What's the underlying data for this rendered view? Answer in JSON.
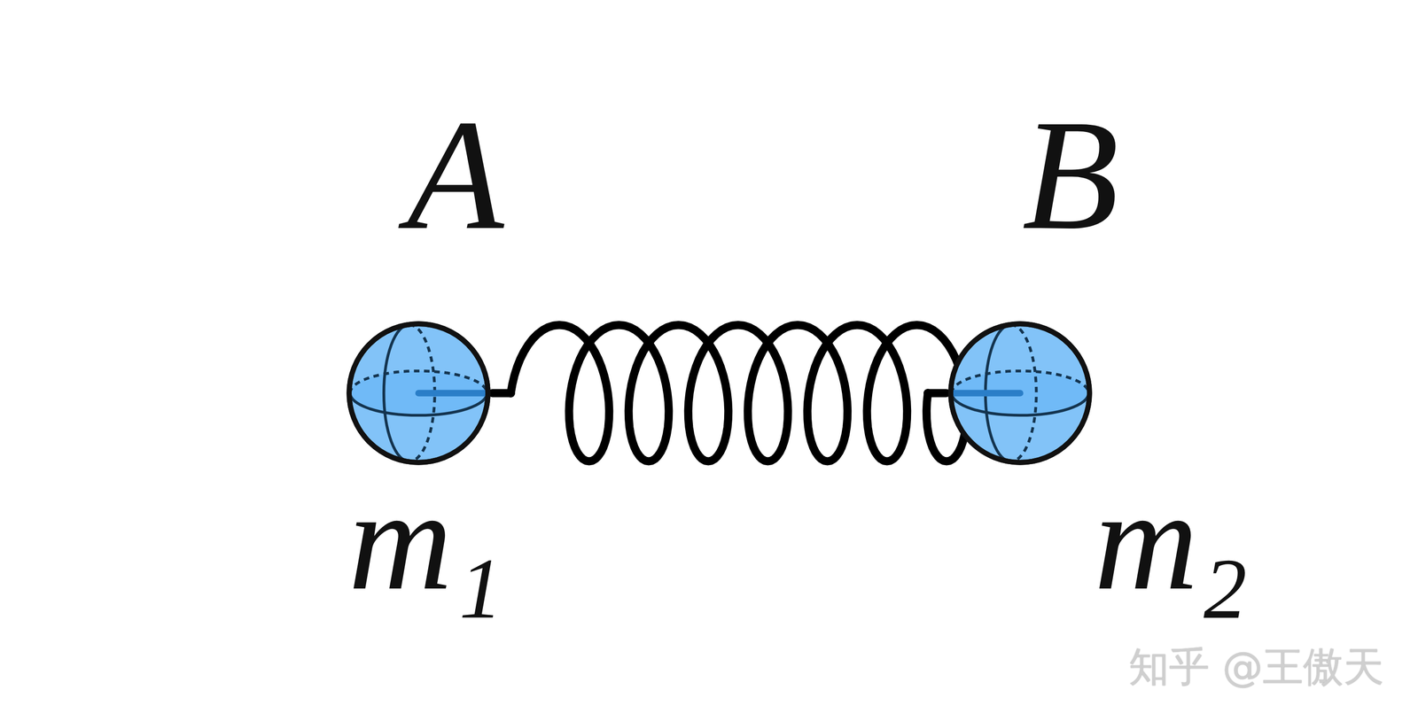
{
  "diagram": {
    "nodes": [
      {
        "text": [
          "A",
          "m₁"
        ]
      },
      {
        "text": [
          "B",
          "m₂"
        ]
      }
    ],
    "edges": [
      {
        "from": 0,
        "to": 1,
        "arrow": "none"
      }
    ],
    "labels": [
      "知乎 @王傲天"
    ]
  }
}
